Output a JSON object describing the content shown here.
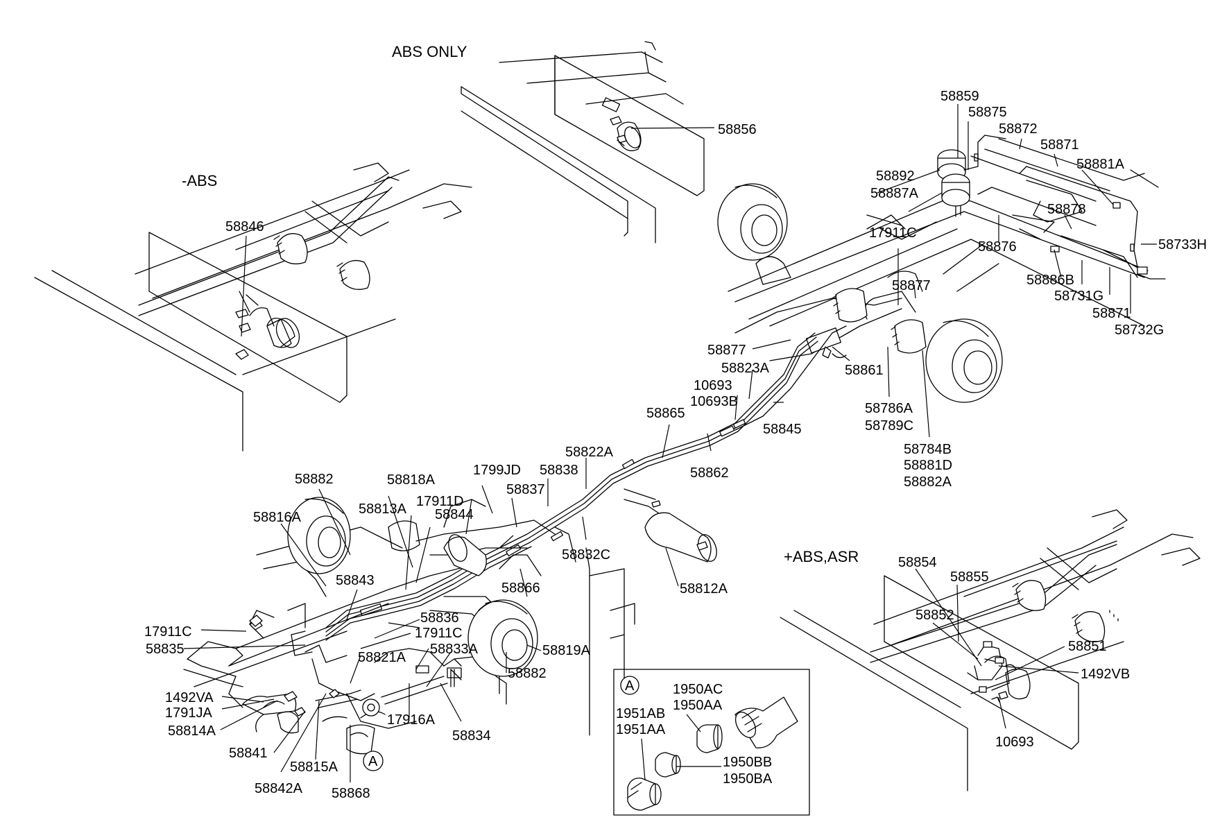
{
  "views": {
    "abs_only": "ABS ONLY",
    "no_abs": "-ABS",
    "abs_asr": "+ABS,ASR"
  },
  "detail": {
    "marker": "A"
  },
  "callouts": [
    "58856",
    "58846",
    "58859",
    "58875",
    "58872",
    "58871",
    "58881A",
    "58892",
    "58887A",
    "58878",
    "58876",
    "17911C",
    "58733H",
    "58886B",
    "58731G",
    "58871",
    "58732G",
    "58877",
    "58877",
    "58823A",
    "10693",
    "10693B",
    "58861",
    "58786A",
    "58789C",
    "58845",
    "58865",
    "58784B",
    "58881D",
    "58882A",
    "58822A",
    "58862",
    "58882",
    "58818A",
    "1799JD",
    "58838",
    "58837",
    "17911D",
    "58813A",
    "58844",
    "58816A",
    "58832C",
    "58866",
    "58812A",
    "58843",
    "58836",
    "17911C",
    "17911C",
    "58835",
    "58821A",
    "58833A",
    "58819A",
    "58882",
    "1492VA",
    "1791JA",
    "17916A",
    "58814A",
    "58834",
    "58841",
    "58815A",
    "58842A",
    "58868",
    "58854",
    "58855",
    "58852",
    "58851",
    "1492VB",
    "10693",
    "1950AC",
    "1950AA",
    "1951AB",
    "1951AA",
    "1950BB",
    "1950BA"
  ]
}
